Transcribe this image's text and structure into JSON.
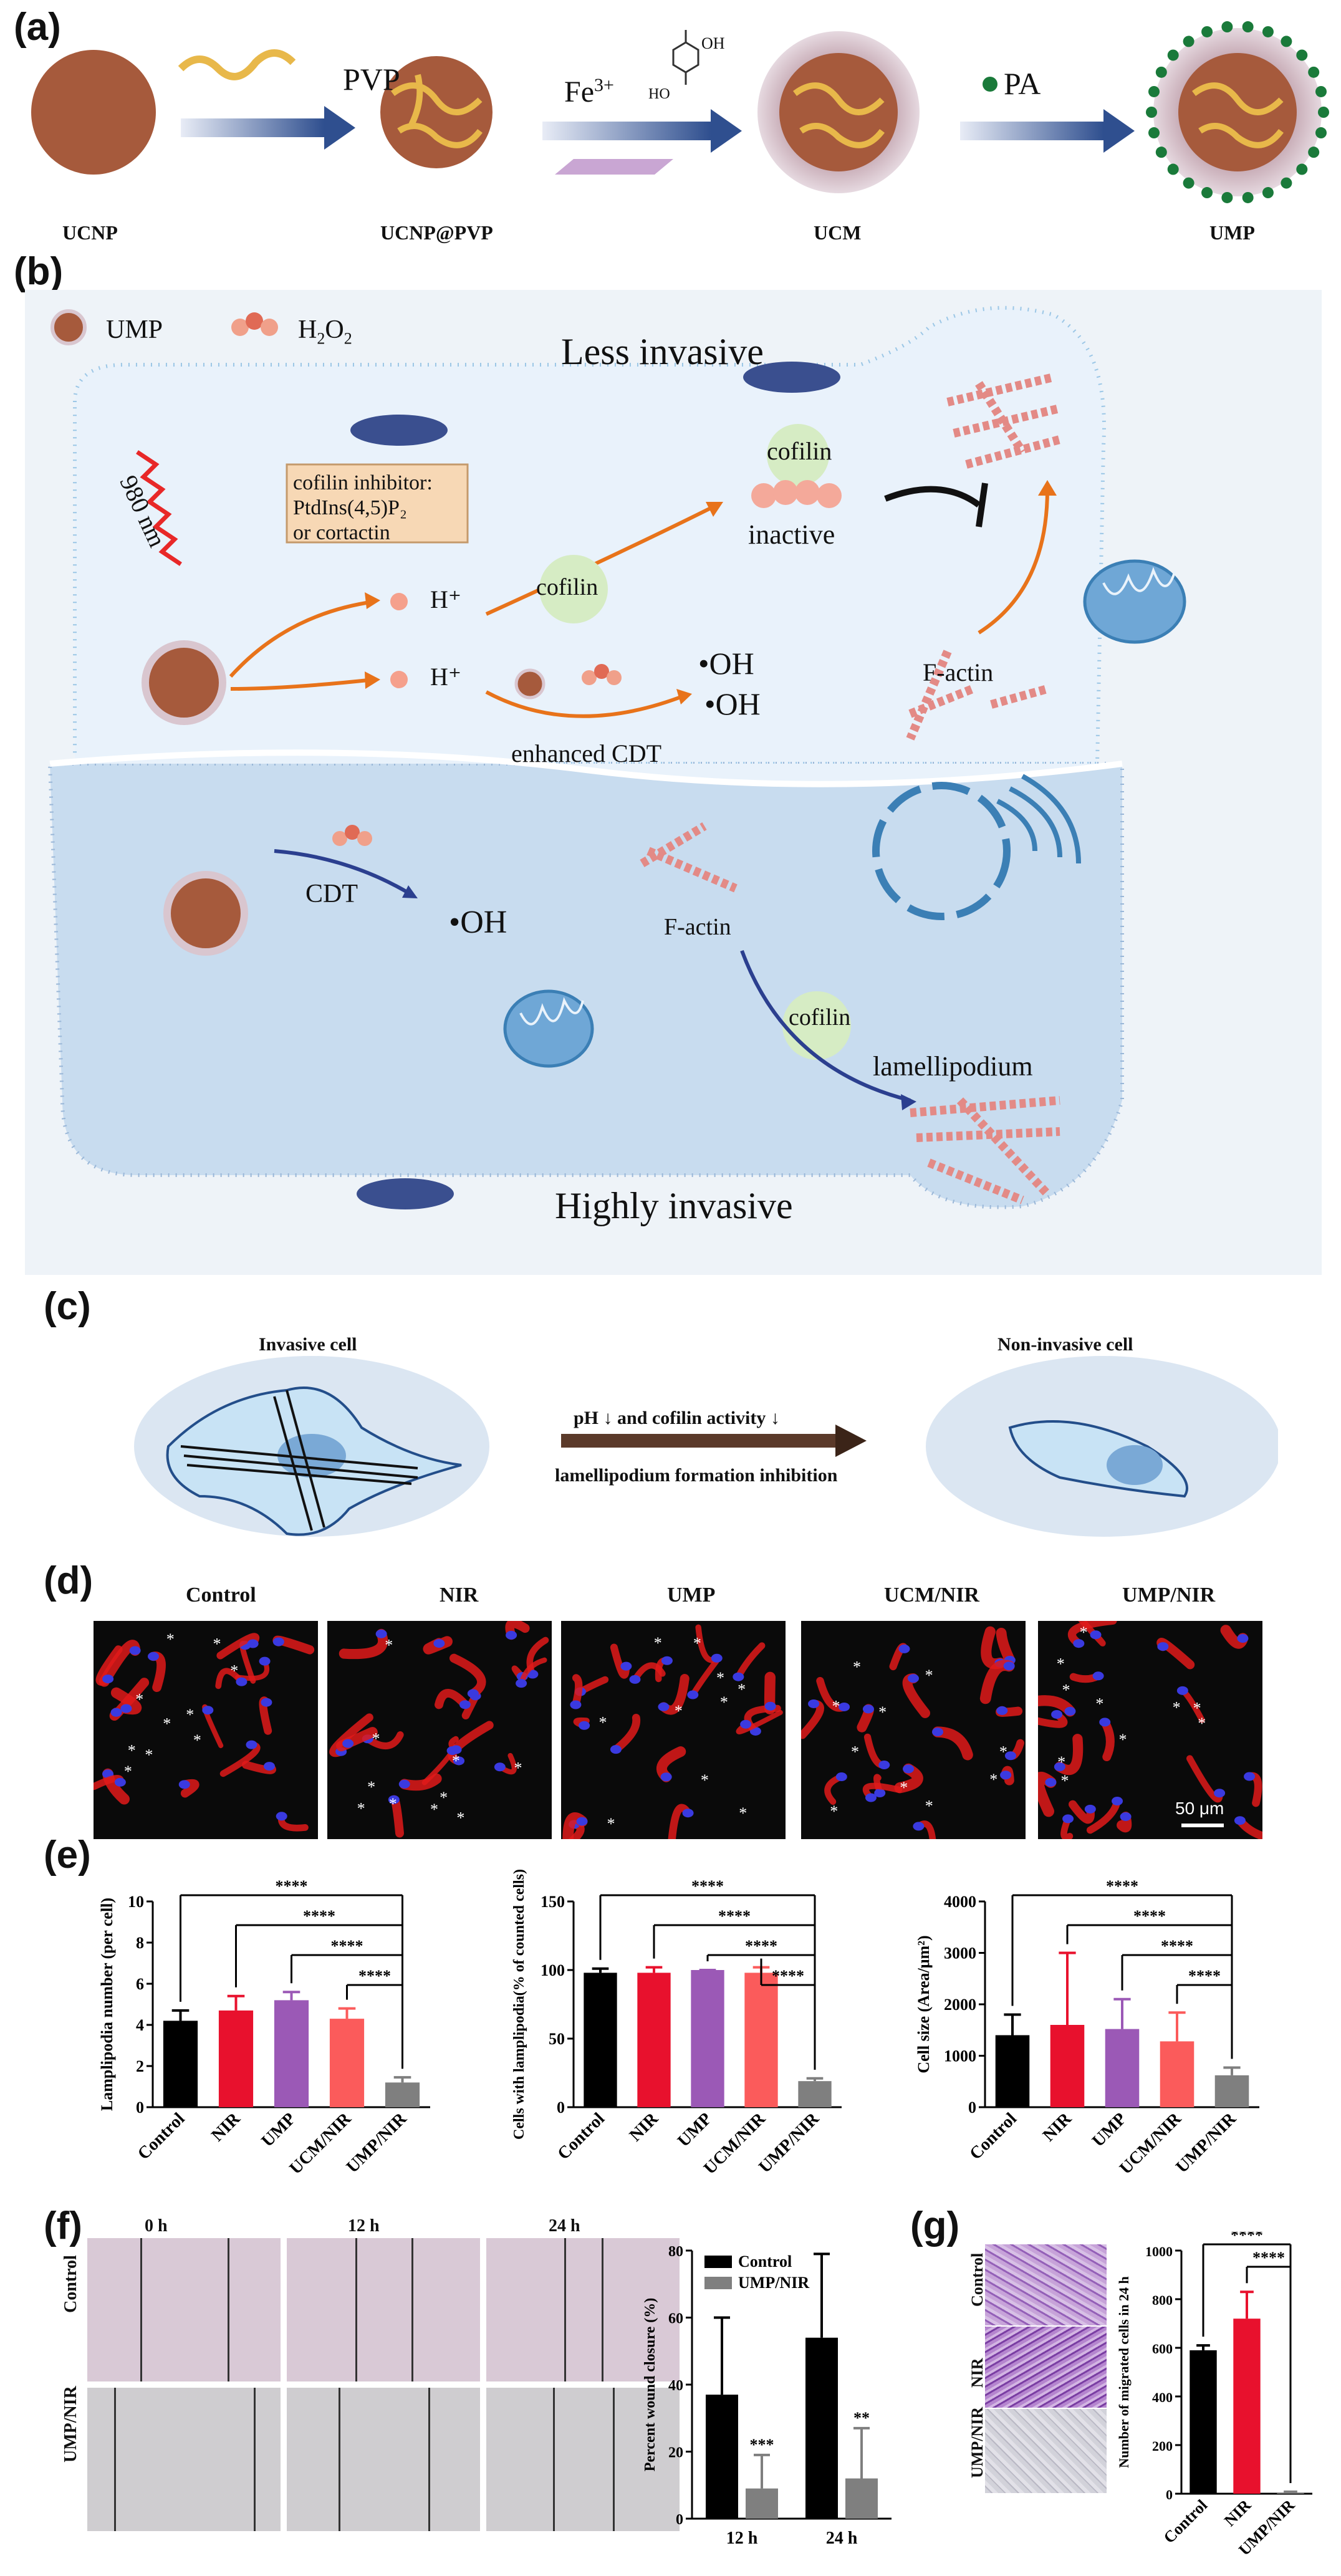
{
  "panel_labels": {
    "a": "(a)",
    "b": "(b)",
    "c": "(c)",
    "d": "(d)",
    "e": "(e)",
    "f": "(f)",
    "g": "(g)"
  },
  "panel_a": {
    "steps": [
      "UCNP",
      "UCNP@PVP",
      "UCM",
      "UMP"
    ],
    "arrow_labels": {
      "pvp": "PVP",
      "fe": "Fe",
      "fe_sup": "3+",
      "pa": "PA",
      "oh1": "OH",
      "oh2": "O",
      "ho": "HO",
      "o2": "O"
    }
  },
  "panel_b": {
    "legend_ump": "UMP",
    "legend_h2o2": "H",
    "legend_h2o2_sub1": "2",
    "legend_h2o2_o": "O",
    "legend_h2o2_sub2": "2",
    "less_invasive": "Less invasive",
    "highly_invasive": "Highly invasive",
    "nm980": "980 nm",
    "inhibitor_line1": "cofilin inhibitor:",
    "inhibitor_line2": "PtdIns(4,5)P₂",
    "inhibitor_line3": "or cortactin",
    "cofilin": "cofilin",
    "inactive": "inactive",
    "h_plus": "H⁺",
    "oh": "•OH",
    "enhanced_cdt": "enhanced CDT",
    "f_actin": "F-actin",
    "cdt": "CDT",
    "lamellipodium": "lamellipodium"
  },
  "panel_c": {
    "invasive_cell": "Invasive cell",
    "non_invasive_cell": "Non-invasive cell",
    "arrow_top": "pH ↓ and cofilin activity ↓",
    "arrow_bottom": "lamellipodium formation inhibition"
  },
  "panel_d": {
    "groups": [
      "Control",
      "NIR",
      "UMP",
      "UCM/NIR",
      "UMP/NIR"
    ],
    "scale_bar": "50 μm"
  },
  "colors": {
    "Control": "#000000",
    "NIR": "#e8112d",
    "UMP": "#9b59b6",
    "UCM/NIR": "#fb5b5b",
    "UMP/NIR": "#7f7f7f"
  },
  "panel_f": {
    "times": [
      "0 h",
      "12 h",
      "24 h"
    ],
    "rows": [
      "Control",
      "UMP/NIR"
    ]
  },
  "panel_g": {
    "rows": [
      "Control",
      "NIR",
      "UMP/NIR"
    ]
  },
  "chart_data": [
    {
      "type": "bar",
      "ylabel": "Lamplipodia number (per cell)",
      "categories": [
        "Control",
        "NIR",
        "UMP",
        "UCM/NIR",
        "UMP/NIR"
      ],
      "values": [
        4.2,
        4.7,
        5.2,
        4.3,
        1.2
      ],
      "errors": [
        0.5,
        0.7,
        0.4,
        0.5,
        0.25
      ],
      "ylim": [
        0,
        10
      ],
      "yticks": [
        0,
        2,
        4,
        6,
        8,
        10
      ],
      "significance": [
        "****",
        "****",
        "****",
        "****"
      ]
    },
    {
      "type": "bar",
      "ylabel": "Cells with lamplipodia(% of counted cells)",
      "categories": [
        "Control",
        "NIR",
        "UMP",
        "UCM/NIR",
        "UMP/NIR"
      ],
      "values": [
        98,
        98,
        100,
        98,
        19
      ],
      "errors": [
        3,
        4,
        0,
        4,
        2
      ],
      "ylim": [
        0,
        150
      ],
      "yticks": [
        0,
        50,
        100,
        150
      ],
      "significance": [
        "****",
        "****",
        "****",
        "****"
      ]
    },
    {
      "type": "bar",
      "ylabel": "Cell size (Area/μm²)",
      "categories": [
        "Control",
        "NIR",
        "UMP",
        "UCM/NIR",
        "UMP/NIR"
      ],
      "values": [
        1400,
        1600,
        1520,
        1280,
        620
      ],
      "errors": [
        400,
        1400,
        580,
        560,
        150
      ],
      "ylim": [
        0,
        4000
      ],
      "yticks": [
        0,
        1000,
        2000,
        3000,
        4000
      ],
      "significance": [
        "****",
        "****",
        "****",
        "****"
      ]
    },
    {
      "type": "bar",
      "ylabel": "Percent wound closure (%)",
      "categories": [
        "12 h",
        "24 h"
      ],
      "series": [
        {
          "name": "Control",
          "values": [
            37,
            54
          ],
          "errors": [
            23,
            25
          ]
        },
        {
          "name": "UMP/NIR",
          "values": [
            9,
            12
          ],
          "errors": [
            10,
            15
          ]
        }
      ],
      "ylim": [
        0,
        80
      ],
      "yticks": [
        0,
        20,
        40,
        60,
        80
      ],
      "significance": [
        "***",
        "**"
      ]
    },
    {
      "type": "bar",
      "ylabel": "Number of migrated cells in 24 h",
      "categories": [
        "Control",
        "NIR",
        "UMP/NIR"
      ],
      "values": [
        590,
        720,
        5
      ],
      "errors": [
        20,
        110,
        3
      ],
      "ylim": [
        0,
        1000
      ],
      "yticks": [
        0,
        200,
        400,
        600,
        800,
        1000
      ],
      "significance": [
        "****",
        "****"
      ]
    }
  ]
}
